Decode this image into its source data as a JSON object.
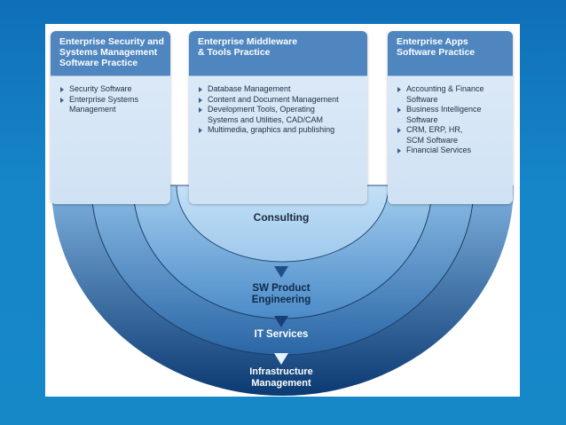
{
  "panels": [
    {
      "title": "Enterprise Security and\nSystems Management\nSoftware Practice",
      "items": [
        "Security Software",
        "Enterprise Systems\nManagement"
      ]
    },
    {
      "title": "Enterprise Middleware\n& Tools Practice",
      "items": [
        "Database Management",
        "Content and Document Management",
        "Development Tools, Operating\nSystems and Utilities, CAD/CAM",
        "Multimedia, graphics and publishing"
      ]
    },
    {
      "title": "Enterprise Apps\nSoftware  Practice",
      "items": [
        "Accounting & Finance\nSoftware",
        "Business Intelligence\nSoftware",
        "CRM, ERP, HR,\nSCM Software",
        "Financial Services"
      ]
    }
  ],
  "layers": {
    "consulting": "Consulting",
    "sw_product": "SW Product\nEngineering",
    "it_services": "IT Services",
    "infrastructure": "Infrastructure\nManagement"
  },
  "colors": {
    "background": "#1786c9",
    "panel_header": "#4f86c0",
    "panel_body": "#d6e7f7",
    "ring_outer": "#0f3f78",
    "ring_3": "#2d6aa9",
    "ring_2": "#5f9bd1",
    "ring_inner": "#a9d1f1"
  }
}
